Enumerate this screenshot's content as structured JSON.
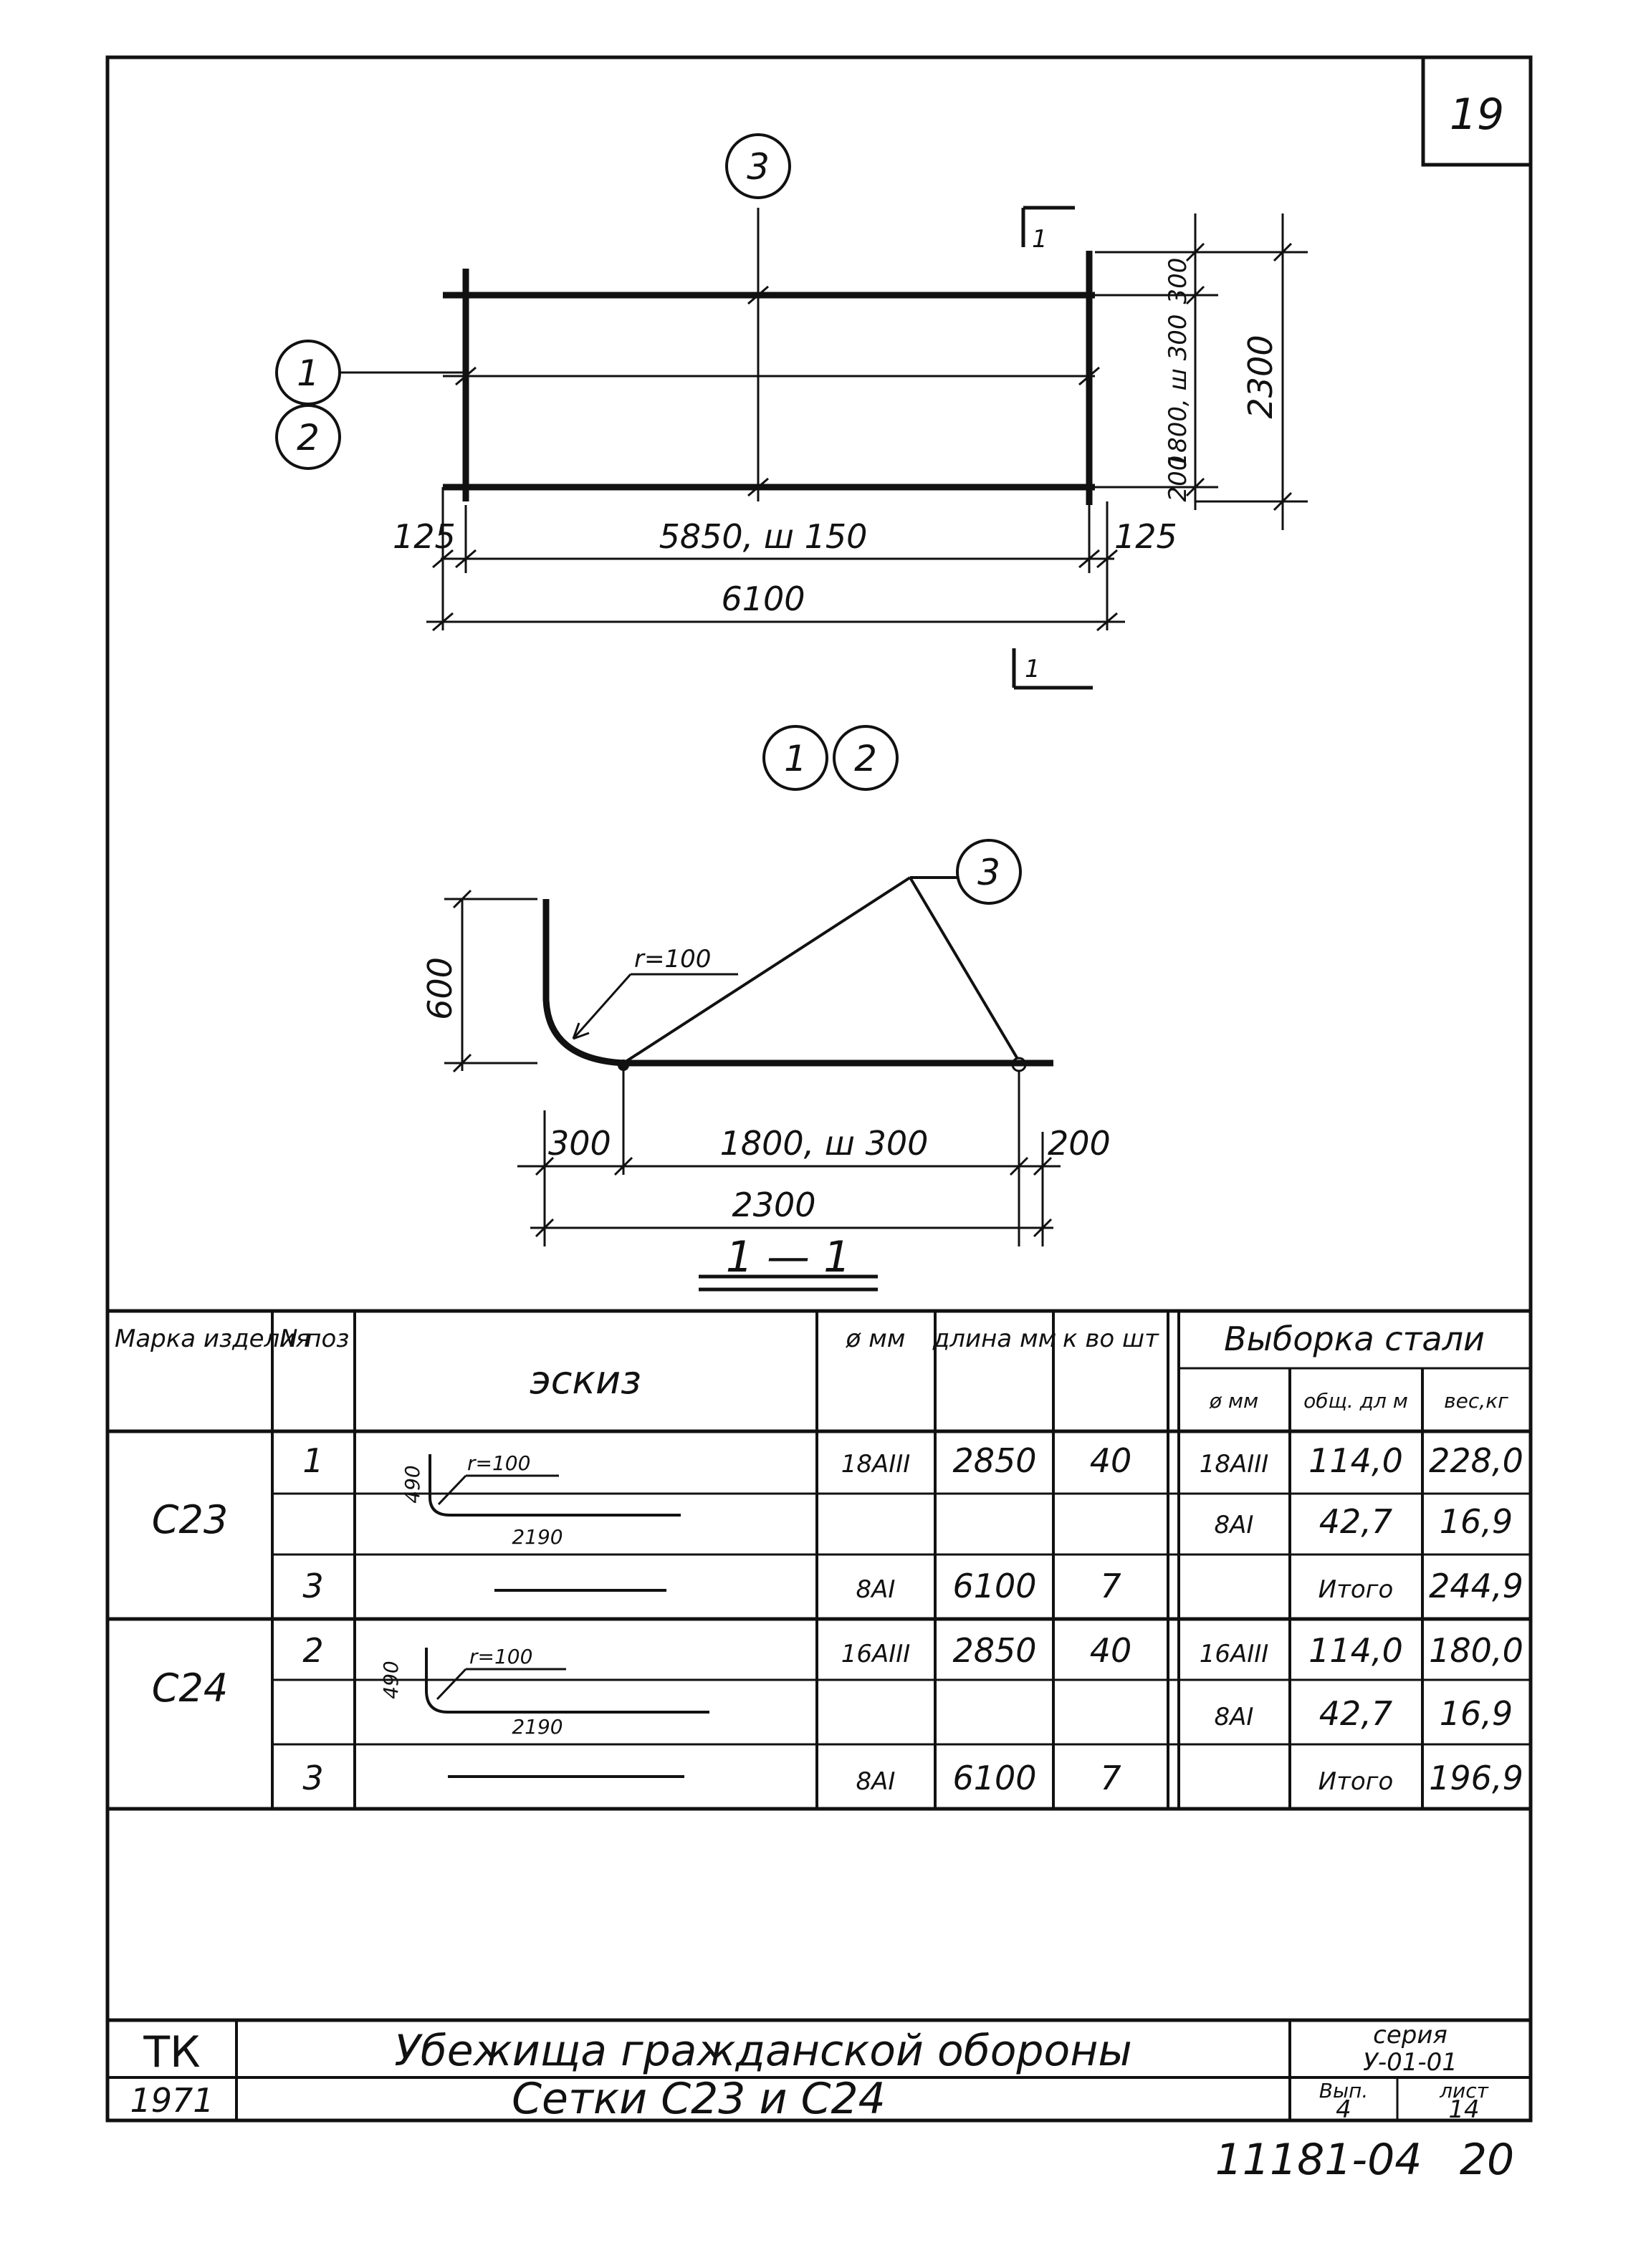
{
  "sheet_number": "19",
  "plan_view": {
    "callouts": [
      "3",
      "1",
      "2"
    ],
    "section_mark": "1",
    "dims": {
      "left_end": "125",
      "span": "5850, ш 150",
      "right_end": "125",
      "total_length": "6100",
      "top_offset": "300",
      "mid_span": "1800, ш 300",
      "bottom_offset": "200",
      "total_width": "2300"
    }
  },
  "section_view": {
    "callouts": [
      "1",
      "2",
      "3"
    ],
    "radius": "r=100",
    "height": "600",
    "dims": {
      "left_offset": "300",
      "span": "1800, ш 300",
      "right_offset": "200",
      "total": "2300"
    },
    "title": "1 — 1"
  },
  "table": {
    "headers": {
      "mark": "Марка изделия",
      "pos": "N поз",
      "sketch": "эскиз",
      "dia": "ø мм",
      "length": "длина мм",
      "qty": "к во шт",
      "steel": "Выборка стали",
      "steel_dia": "ø мм",
      "steel_len": "общ. дл м",
      "steel_weight": "вес,кг"
    },
    "groups": [
      {
        "mark": "С23",
        "sketch_height": "490",
        "sketch_radius": "r=100",
        "sketch_length": "2190",
        "rows": [
          {
            "pos": "1",
            "dia": "18АIII",
            "length": "2850",
            "qty": "40",
            "s_dia": "18АIII",
            "s_len": "114,0",
            "s_w": "228,0"
          },
          {
            "pos": "",
            "dia": "",
            "length": "",
            "qty": "",
            "s_dia": "8АI",
            "s_len": "42,7",
            "s_w": "16,9"
          },
          {
            "pos": "3",
            "dia": "8АI",
            "length": "6100",
            "qty": "7",
            "s_dia": "",
            "s_len": "Итого",
            "s_w": "244,9"
          }
        ]
      },
      {
        "mark": "С24",
        "sketch_height": "490",
        "sketch_radius": "r=100",
        "sketch_length": "2190",
        "rows": [
          {
            "pos": "2",
            "dia": "16АIII",
            "length": "2850",
            "qty": "40",
            "s_dia": "16АIII",
            "s_len": "114,0",
            "s_w": "180,0"
          },
          {
            "pos": "",
            "dia": "",
            "length": "",
            "qty": "",
            "s_dia": "8АI",
            "s_len": "42,7",
            "s_w": "16,9"
          },
          {
            "pos": "3",
            "dia": "8АI",
            "length": "6100",
            "qty": "7",
            "s_dia": "",
            "s_len": "Итого",
            "s_w": "196,9"
          }
        ]
      }
    ]
  },
  "title_block": {
    "org": "ТК",
    "year": "1971",
    "title": "Убежища гражданской обороны",
    "subtitle": "Сетки С23 и С24",
    "series_label": "серия",
    "series": "У-01-01",
    "issue_label": "Вып.",
    "issue": "4",
    "sheet_label": "лист",
    "sheet": "14"
  },
  "doc_number": "11181-04",
  "page_number": "20"
}
